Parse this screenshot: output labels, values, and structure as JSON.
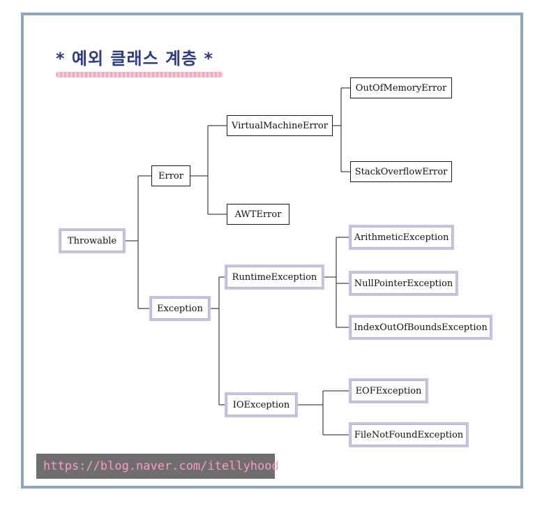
{
  "title": "* 예외 클래스 계층 *",
  "watermark": "https://blog.naver.com/itellyhood",
  "colors": {
    "frame": "#8ea5c0",
    "title": "#2e3a8c",
    "highlight_border": "#c8c3e0",
    "watermark_text": "#ff99cc",
    "watermark_bg": "#6e6e6e"
  },
  "nodes": {
    "throwable": "Throwable",
    "error": "Error",
    "exception": "Exception",
    "virtual_machine_error": "VirtualMachineError",
    "awt_error": "AWTError",
    "out_of_memory_error": "OutOfMemoryError",
    "stack_overflow_error": "StackOverflowError",
    "runtime_exception": "RuntimeException",
    "io_exception": "IOException",
    "arithmetic_exception": "ArithmeticException",
    "null_pointer_exception": "NullPointerException",
    "index_out_of_bounds_exception": "IndexOutOfBoundsException",
    "eof_exception": "EOFException",
    "file_not_found_exception": "FileNotFoundException"
  }
}
